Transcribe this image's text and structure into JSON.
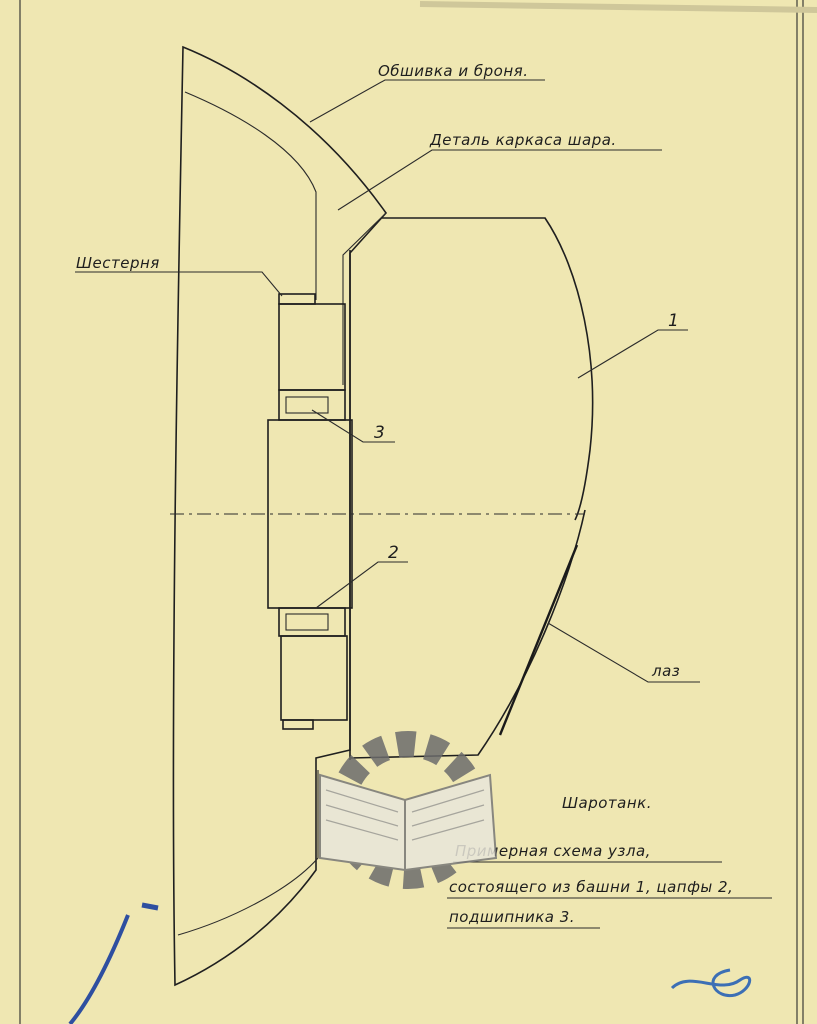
{
  "labels": {
    "obshivka": "Обшивка и броня.",
    "detal": "Деталь каркаса шара.",
    "shesternya": "Шестерня",
    "num1": "1",
    "num2": "2",
    "num3": "3",
    "laz": "лаз"
  },
  "title_block": {
    "line1": "Шаротанк.",
    "line2": "Примерная схема узла,",
    "line3": "состоящего из башни 1, цапфы 2,",
    "line4": "подшипника 3."
  },
  "colors": {
    "paper": "#efe7b2",
    "ink": "#1f1f1f",
    "blue_ink": "#2e4fa0",
    "watermark": "#6c6c6c"
  },
  "watermark_icon": "gear-book-logo"
}
